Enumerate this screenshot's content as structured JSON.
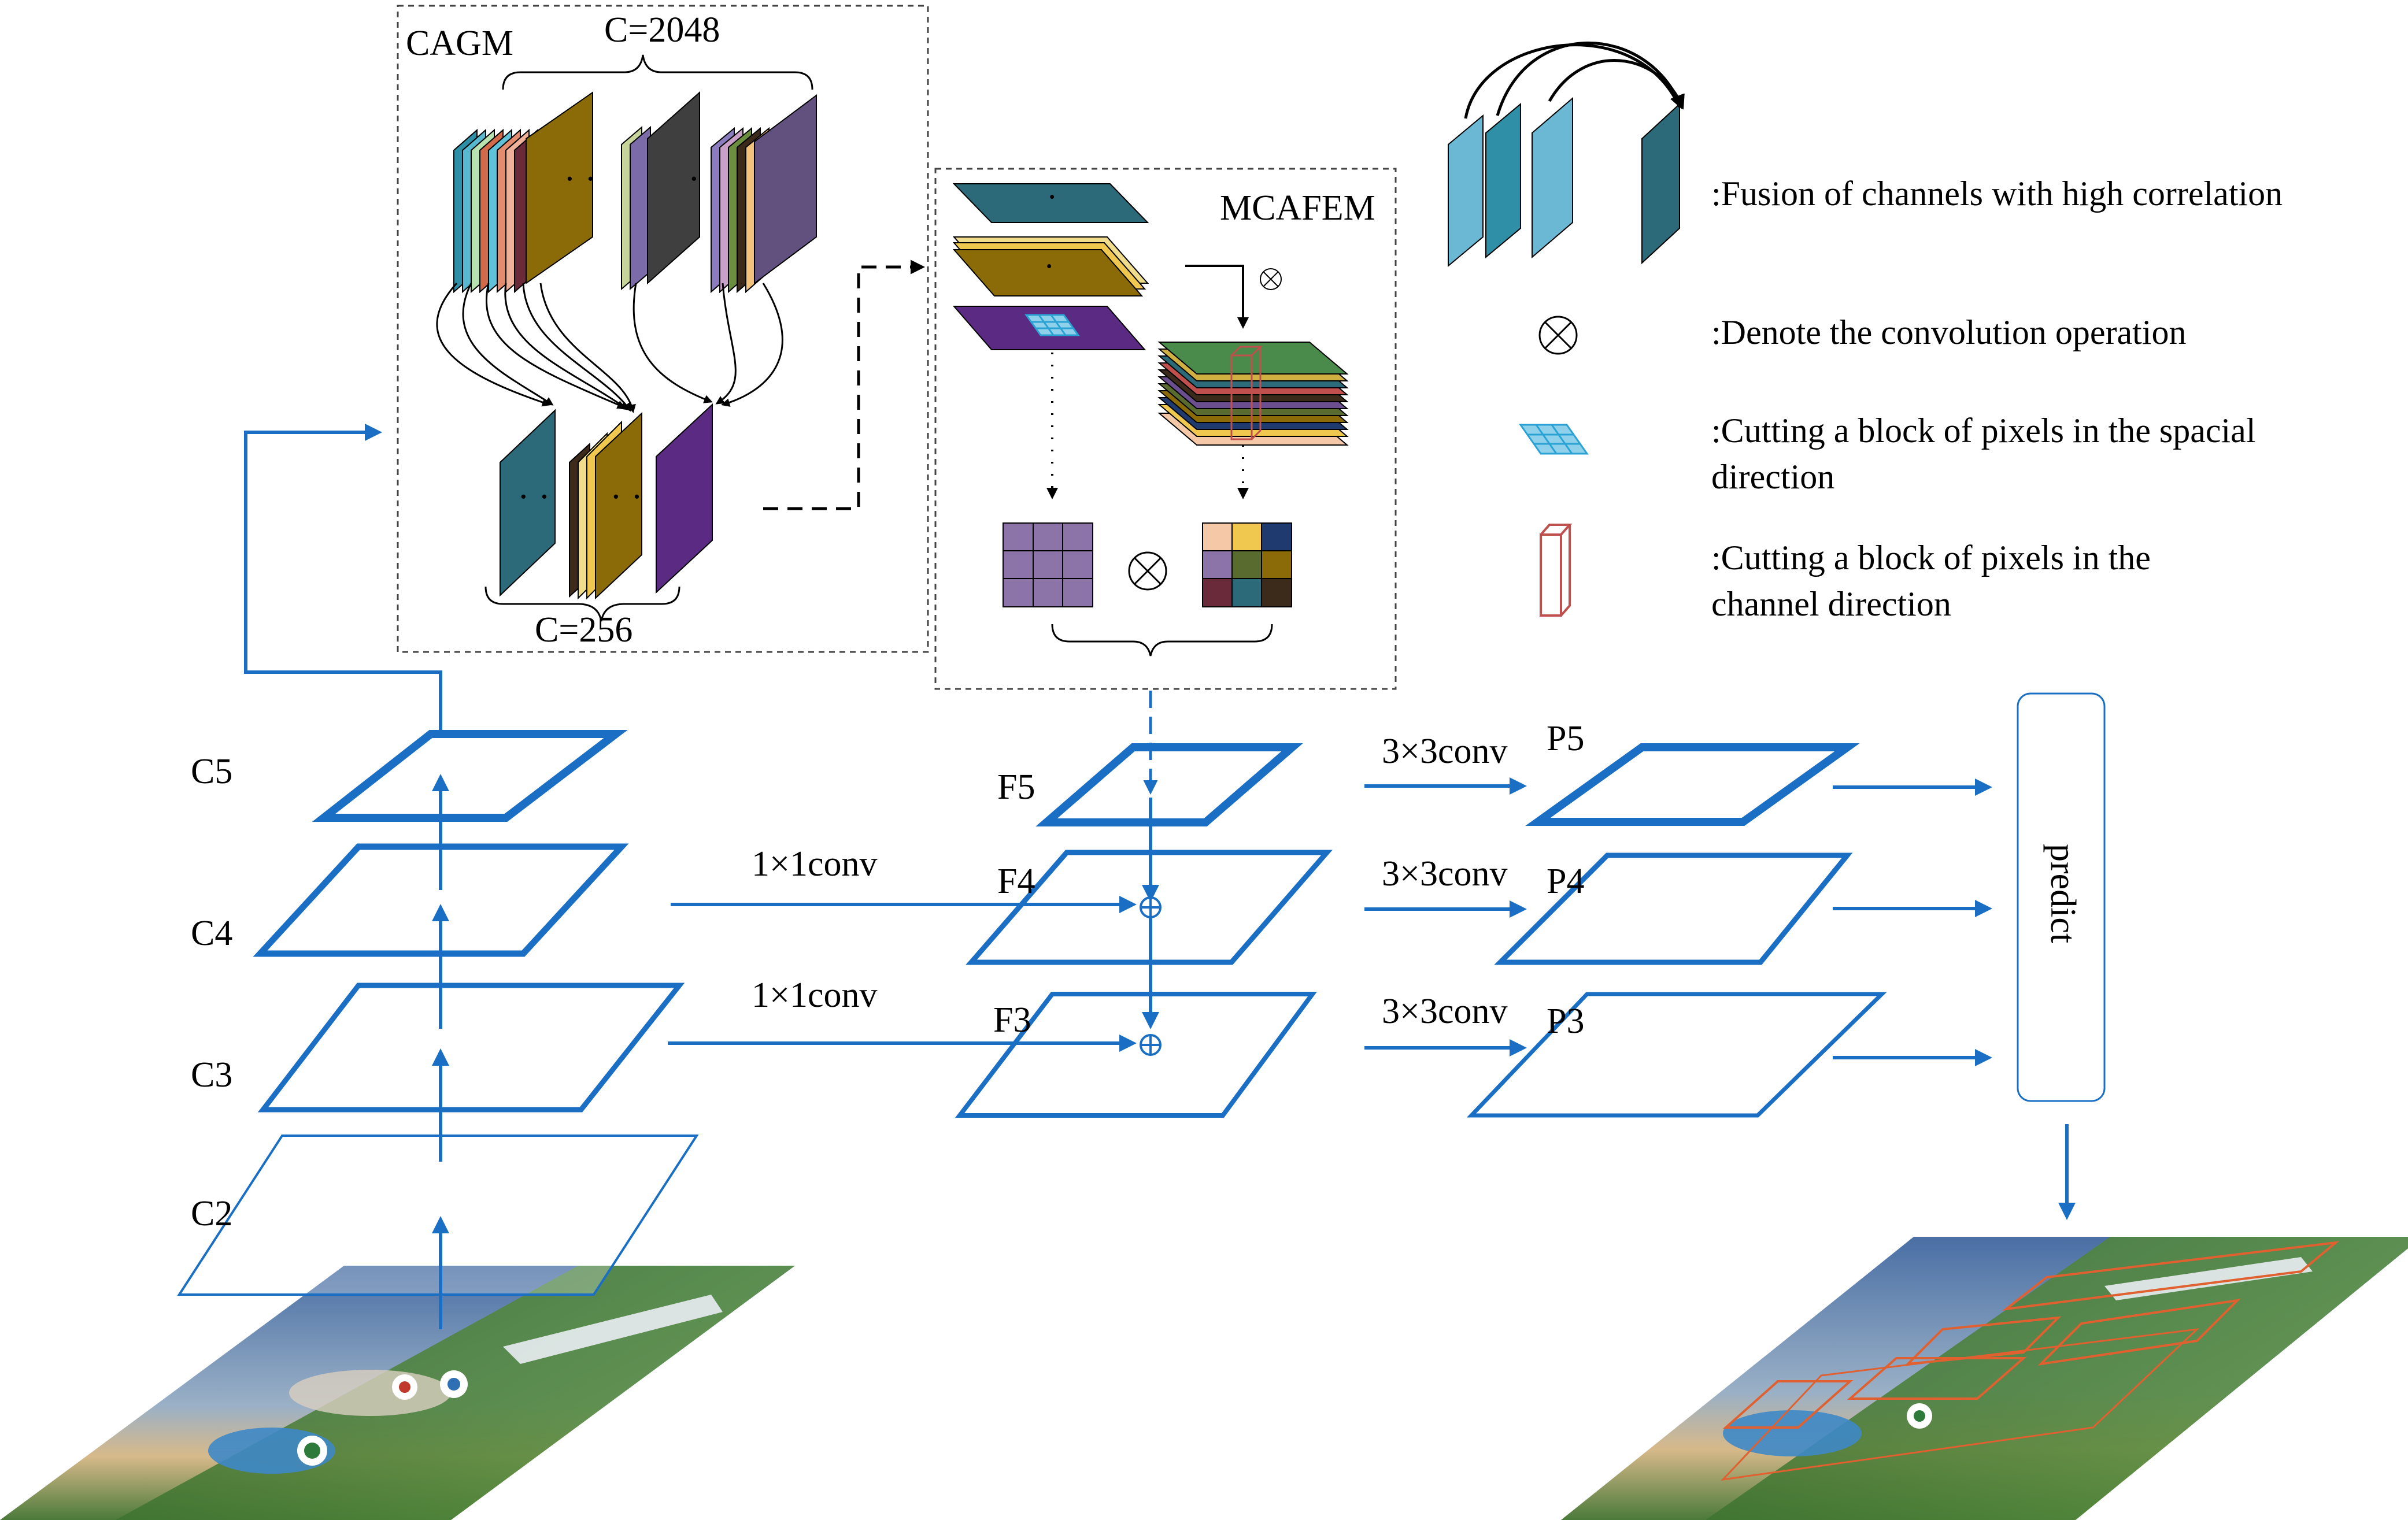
{
  "colors": {
    "blue": "#1a6fc4",
    "black": "#000000",
    "teal": "#2c6a7a",
    "gold": "#8b6b08",
    "purple": "#5b2a82",
    "lightpurple": "#8c74a8",
    "red": "#c0504d",
    "lightblue": "#6ab8d4"
  },
  "cagm": {
    "title": "CAGM",
    "c_top": "C=2048",
    "c_bottom": "C=256"
  },
  "mcafem": {
    "title": "MCAFEM"
  },
  "backbone": {
    "levels": [
      "C5",
      "C4",
      "C3",
      "C2"
    ]
  },
  "fpn": {
    "levels": [
      "F5",
      "F4",
      "F3"
    ],
    "lateral_conv": [
      "1×1conv",
      "1×1conv"
    ]
  },
  "outputs": {
    "levels": [
      "P5",
      "P4",
      "P3"
    ],
    "conv": [
      "3×3conv",
      "3×3conv",
      "3×3conv"
    ]
  },
  "predict_label": "predict",
  "legend": [
    {
      "icon": "channel-fusion-icon",
      "text": ":Fusion of channels with high correlation"
    },
    {
      "icon": "convolution-operator-icon",
      "text": ":Denote the  convolution operation"
    },
    {
      "icon": "spatial-block-icon",
      "text": ":Cutting a block of pixels in the spacial",
      "text2": "direction"
    },
    {
      "icon": "channel-block-icon",
      "text": ":Cutting a block of pixels in the",
      "text2": "channel direction"
    }
  ]
}
